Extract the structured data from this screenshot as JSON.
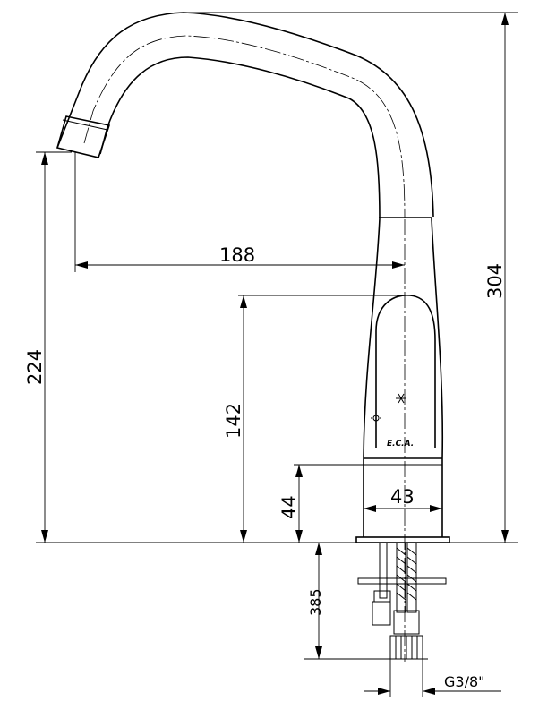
{
  "dimensions": {
    "reach": "188",
    "overall_height": "304",
    "spout_height": "224",
    "lever_height": "142",
    "body_height": "44",
    "body_width": "43",
    "shank_length": "385",
    "connection": "G3/8\""
  },
  "brand_mark": "E.C.A."
}
